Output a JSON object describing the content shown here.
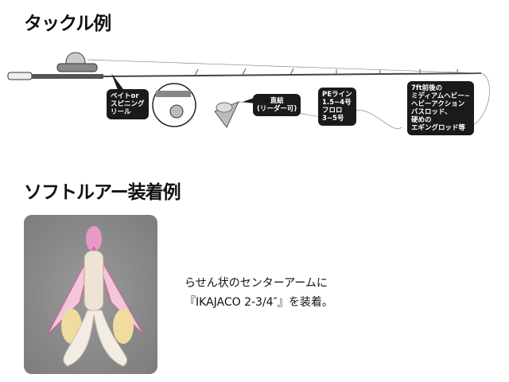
{
  "section1": {
    "title": "タックル例",
    "callouts": {
      "reel": "ベイトor\nスピニング\nリール",
      "leader": "直結\n(リーダー可)",
      "line": "PEライン\n1.5~4号\nフロロ\n3~5号",
      "rod": "7ft前後の\nミディアムヘビー~\nヘビーアクション\nバスロッド、\n硬めの\nエギングロッド等"
    }
  },
  "section2": {
    "title": "ソフトルアー装着例",
    "description_line1": "らせん状のセンターアームに",
    "description_line2": "『IKAJACO 2-3/4″』を装着。"
  }
}
